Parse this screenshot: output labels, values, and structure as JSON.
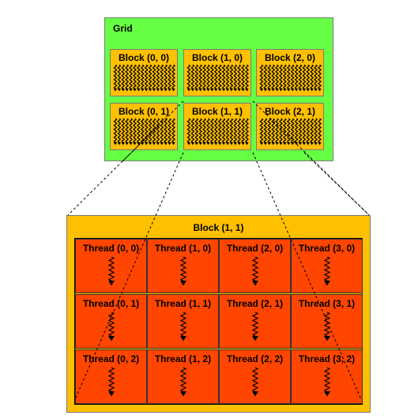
{
  "grid": {
    "title": "Grid",
    "background": "#66ff44",
    "blocks": [
      {
        "label": "Block (0, 0)"
      },
      {
        "label": "Block (1, 0)"
      },
      {
        "label": "Block (2, 0)"
      },
      {
        "label": "Block (0, 1)"
      },
      {
        "label": "Block (1, 1)"
      },
      {
        "label": "Block (2, 1)"
      }
    ]
  },
  "expanded_block": {
    "title": "Block (1, 1)",
    "background": "#ffc000",
    "thread_color": "#ff4500",
    "threads": [
      {
        "label": "Thread (0, 0)"
      },
      {
        "label": "Thread (1, 0)"
      },
      {
        "label": "Thread (2, 0)"
      },
      {
        "label": "Thread (3, 0)"
      },
      {
        "label": "Thread (0, 1)"
      },
      {
        "label": "Thread (1, 1)"
      },
      {
        "label": "Thread (2, 1)"
      },
      {
        "label": "Thread (3, 1)"
      },
      {
        "label": "Thread (0, 2)"
      },
      {
        "label": "Thread (1, 2)"
      },
      {
        "label": "Thread (2, 2)"
      },
      {
        "label": "Thread (3, 2)"
      }
    ]
  }
}
